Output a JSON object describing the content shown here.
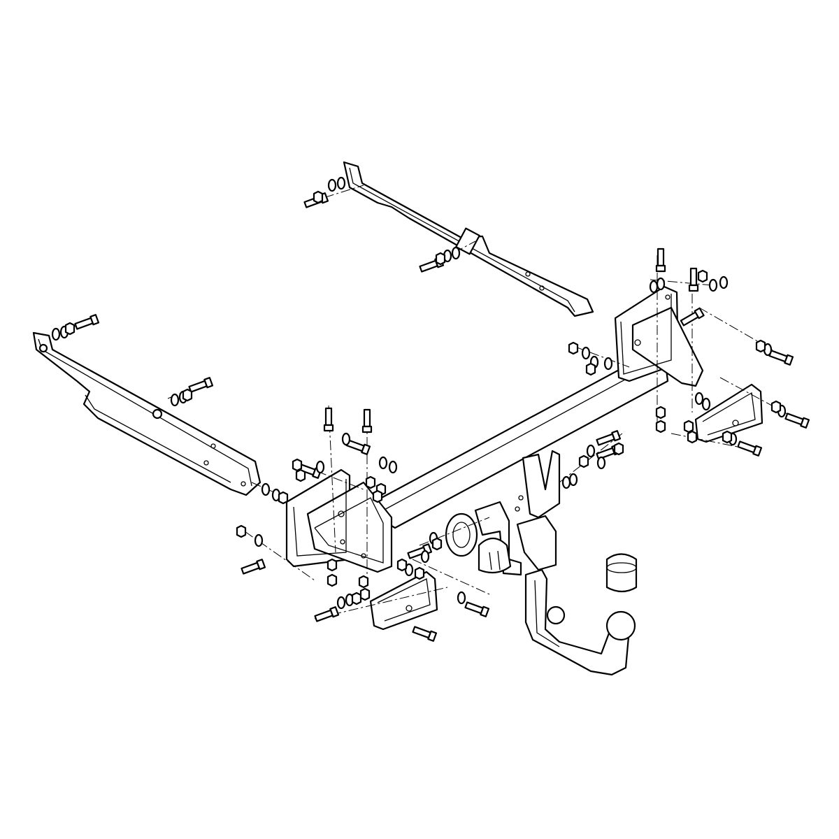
{
  "diagram": {
    "colors": {
      "stroke": "#000000",
      "background": "#ffffff"
    },
    "components": [
      "rear-rail",
      "left-rail",
      "crossbar",
      "left-mount-bracket",
      "right-mount-bracket",
      "right-side-plate",
      "bottom-side-plate",
      "tow-ball-neck",
      "ball-cap",
      "electrical-socket",
      "socket-bracket"
    ]
  }
}
